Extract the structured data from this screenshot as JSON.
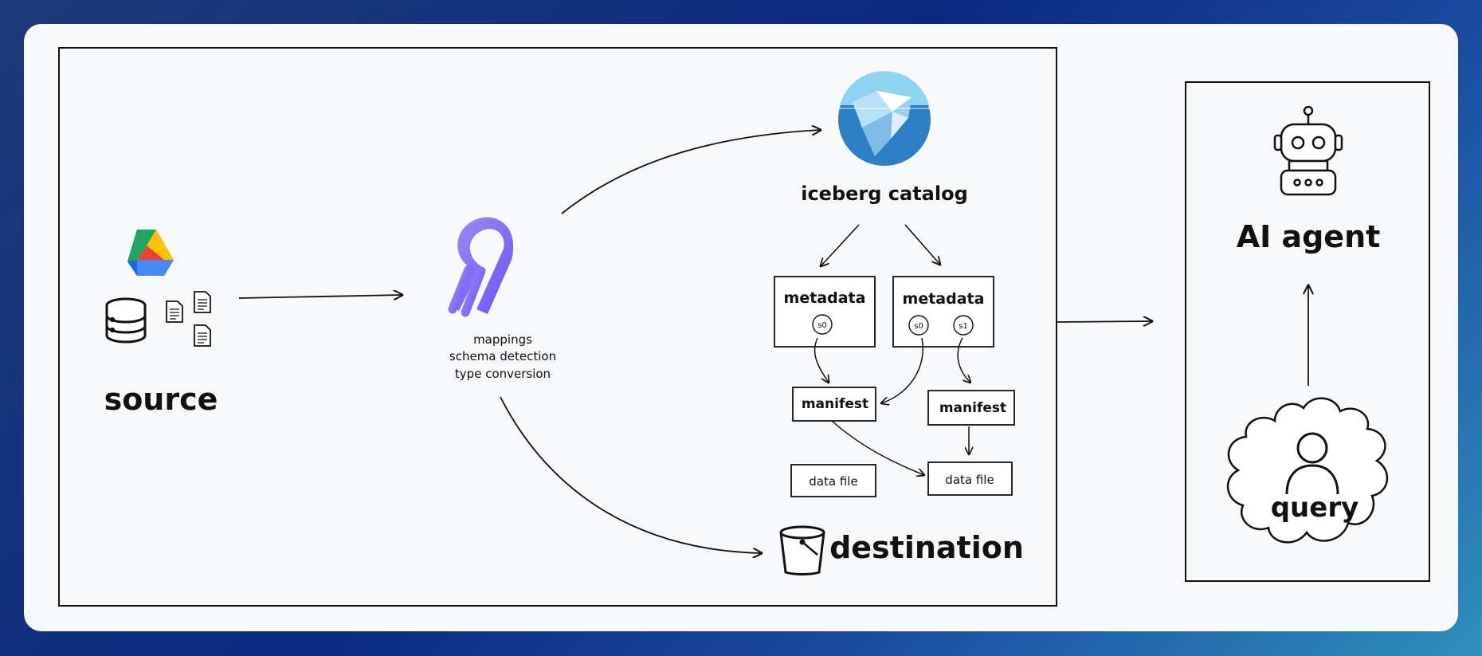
{
  "source": {
    "label": "source"
  },
  "transform": {
    "lines": [
      "mappings",
      "schema detection",
      "type conversion"
    ]
  },
  "catalog": {
    "label": "iceberg catalog"
  },
  "metadata": [
    {
      "label": "metadata",
      "snapshots": [
        "s0"
      ]
    },
    {
      "label": "metadata",
      "snapshots": [
        "s0",
        "s1"
      ]
    }
  ],
  "manifests": [
    "manifest",
    "manifest"
  ],
  "data_files": [
    "data file",
    "data file"
  ],
  "destination": {
    "label": "destination"
  },
  "agent": {
    "label": "AI agent"
  },
  "query": {
    "label": "query"
  },
  "colors": {
    "airbyte": "#7f6cf2",
    "iceberg": "#2d7fc4",
    "drive_green": "#1fa463",
    "drive_yellow": "#ffd04b",
    "drive_blue": "#4688f4"
  }
}
